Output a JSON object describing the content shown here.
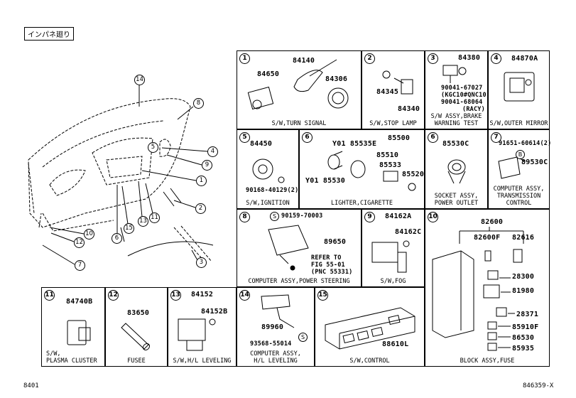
{
  "header": {
    "title": "インパネ廻り"
  },
  "footer": {
    "left": "8401",
    "right": "846359-X"
  },
  "overview_callouts": [
    "14",
    "8",
    "5",
    "4",
    "9",
    "1",
    "2",
    "10",
    "12",
    "7",
    "3",
    "6",
    "15",
    "13",
    "11"
  ],
  "panels": [
    {
      "num": "1",
      "caption": "S/W,TURN SIGNAL",
      "parts": [
        "84140",
        "84650",
        "84306"
      ]
    },
    {
      "num": "2",
      "caption": "S/W,STOP LAMP",
      "parts": [
        "84345",
        "84340"
      ]
    },
    {
      "num": "3",
      "caption": "S/W ASSY,BRAKE WARNING TEST",
      "caption_lines": [
        "S/W ASSY,BRAKE",
        "WARNING TEST"
      ],
      "parts": [
        "84380",
        "90041-67027",
        "(KGC10#QNC10)",
        "90041-68064",
        "(RACY)"
      ]
    },
    {
      "num": "4",
      "caption": "S/W,OUTER MIRROR",
      "parts": [
        "84870A"
      ]
    },
    {
      "num": "5",
      "caption": "S/W,IGNITION",
      "parts": [
        "84450",
        "90168-40129(2)"
      ]
    },
    {
      "num": "6",
      "caption": "LIGHTER,CIGARETTE",
      "parts": [
        "Y01 85535E",
        "85500",
        "85510",
        "85533",
        "85520",
        "Y01 85530"
      ]
    },
    {
      "num": "6",
      "caption": "SOCKET ASSY, POWER OUTLET",
      "caption_lines": [
        "SOCKET ASSY,",
        "POWER OUTLET"
      ],
      "parts": [
        "85530C"
      ]
    },
    {
      "num": "7",
      "caption": "COMPUTER ASSY, TRANSMISSION CONTROL",
      "caption_lines": [
        "COMPUTER ASSY,",
        "TRANSMISSION",
        "CONTROL"
      ],
      "parts": [
        "91651-60614(2)",
        "B",
        "89530C"
      ]
    },
    {
      "num": "8",
      "caption": "COMPUTER ASSY,POWER STEERING",
      "parts": [
        "S",
        "90159-70003",
        "89650"
      ],
      "note_lines": [
        "REFER TO",
        "FIG 55-01",
        "(PNC 55331)"
      ]
    },
    {
      "num": "9",
      "caption": "S/W,FOG",
      "parts": [
        "84162A",
        "84162C"
      ]
    },
    {
      "num": "10",
      "caption": "BLOCK ASSY,FUSE",
      "parts": [
        "82600",
        "82600F",
        "82616",
        "28300",
        "81980",
        "28371",
        "85910F",
        "86530",
        "85935"
      ]
    },
    {
      "num": "11",
      "caption": "S/W, PLASMA CLUSTER",
      "caption_lines": [
        "S/W,",
        "PLASMA CLUSTER"
      ],
      "parts": [
        "84740B"
      ]
    },
    {
      "num": "12",
      "caption": "FUSEE",
      "parts": [
        "83650"
      ]
    },
    {
      "num": "13",
      "caption": "S/W,H/L LEVELING",
      "parts": [
        "84152",
        "84152B"
      ]
    },
    {
      "num": "14",
      "caption": "COMPUTER ASSY, H/L LEVELING",
      "caption_lines": [
        "COMPUTER ASSY,",
        "H/L LEVELING"
      ],
      "parts": [
        "89960",
        "93568-55014",
        "S"
      ]
    },
    {
      "num": "15",
      "caption": "S/W,CONTROL",
      "parts": [
        "88610L"
      ]
    }
  ]
}
